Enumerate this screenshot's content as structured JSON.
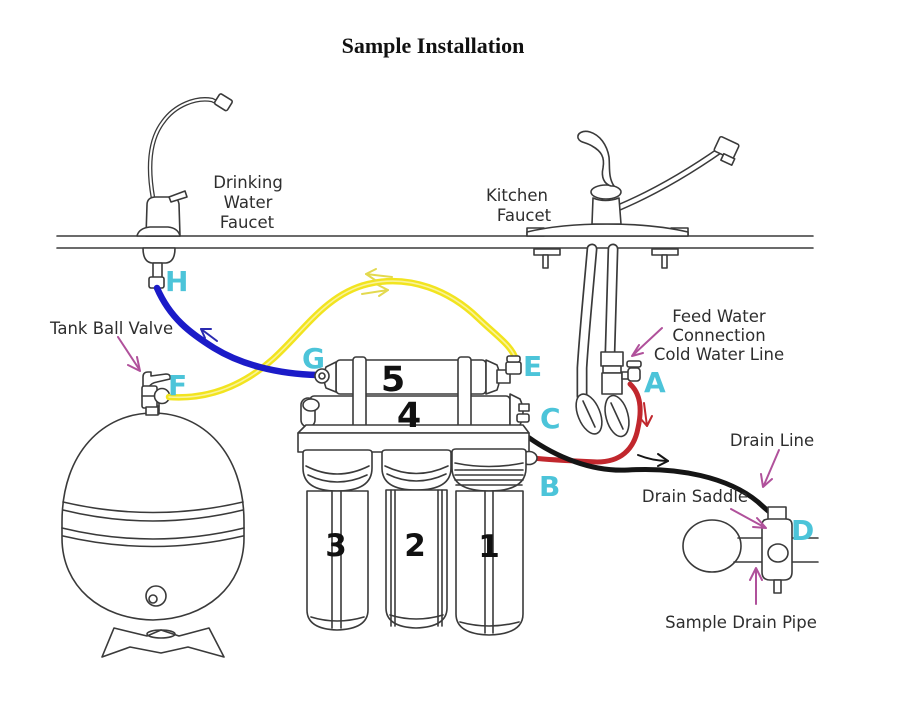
{
  "title": "Sample Installation",
  "labels": {
    "drinking_faucet": [
      "Drinking",
      "Water",
      "Faucet"
    ],
    "kitchen_faucet": [
      "Kitchen",
      "Faucet"
    ],
    "tank_ball_valve": "Tank Ball Valve",
    "feed_water_connection": [
      "Feed Water",
      "Connection",
      "Cold Water Line"
    ],
    "drain_line": "Drain Line",
    "drain_saddle": "Drain Saddle",
    "sample_drain_pipe": "Sample Drain Pipe"
  },
  "connection_points": {
    "a": "A",
    "b": "B",
    "c": "C",
    "d": "D",
    "e": "E",
    "f": "F",
    "g": "G",
    "h": "H"
  },
  "stage_numbers": [
    "1",
    "2",
    "3",
    "4",
    "5"
  ],
  "colors": {
    "connection_letter": "#4cc4d9",
    "tube_blue": "#1b1bc8",
    "tube_yellow": "#f2e41f",
    "tube_red": "#c1272d",
    "tube_black": "#151515",
    "pointer_arrow": "#b0519b",
    "flow_arrow_yellow": "#e3d94f",
    "flow_arrow_blue": "#2b2bb0",
    "line_art": "#3a3a3a"
  }
}
